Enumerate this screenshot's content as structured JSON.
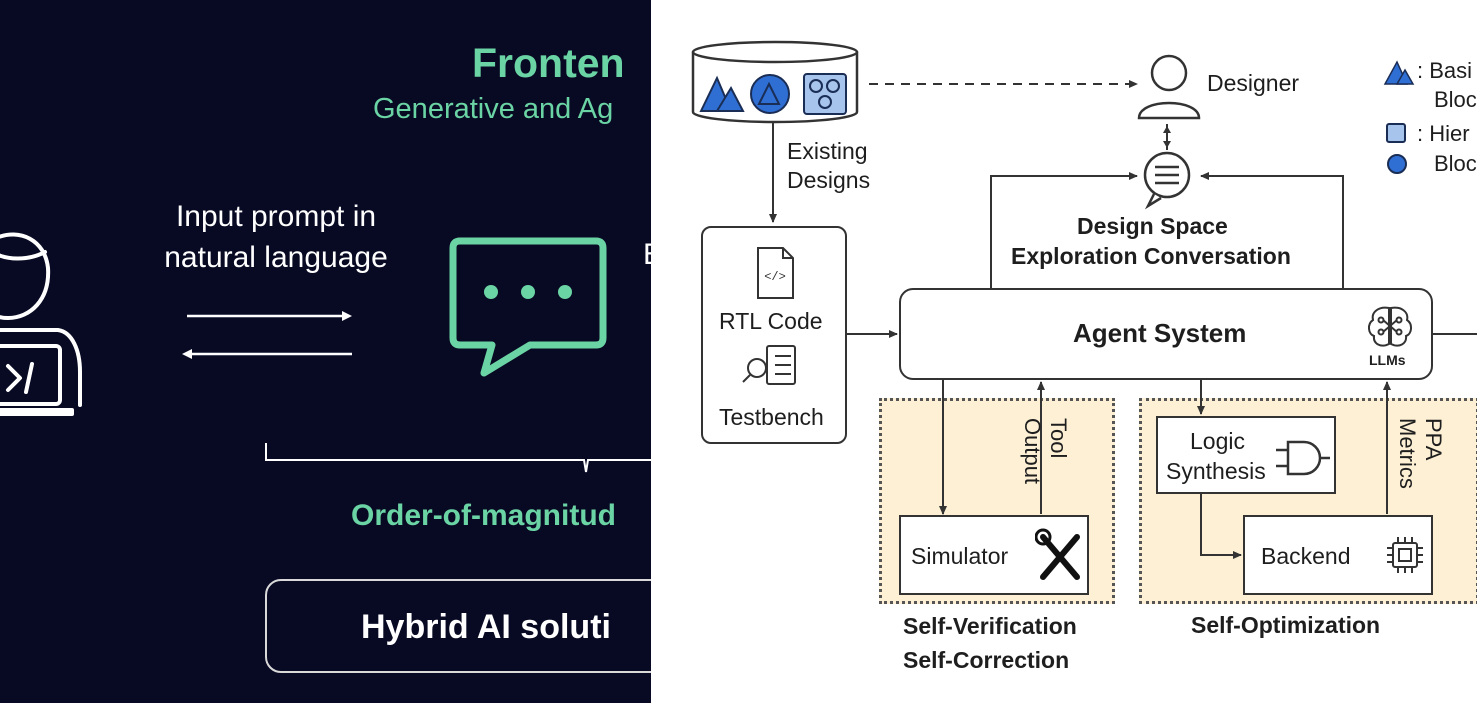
{
  "slide": {
    "title": "Fronten",
    "subtitle": "Generative and Ag",
    "prompt_label": "Input prompt in natural language",
    "cut_letter": "E",
    "order_label": "Order-of-magnitud",
    "hybrid_label": "Hybrid AI soluti",
    "accent_color": "#6bd4a4",
    "background_color": "#080a24",
    "icons": [
      "developer-laptop-icon",
      "chat-bubble-icon"
    ]
  },
  "diagram": {
    "designer_label": "Designer",
    "existing_designs_line1": "Existing",
    "existing_designs_line2": "Designs",
    "conversation_line1": "Design Space",
    "conversation_line2": "Exploration Conversation",
    "agent_system_label": "Agent System",
    "llms_label": "LLMs",
    "rtl_code_label": "RTL Code",
    "testbench_label": "Testbench",
    "tool_output_line1": "Tool",
    "tool_output_line2": "Output",
    "ppa_metrics_line1": "PPA",
    "ppa_metrics_line2": "Metrics",
    "logic_synthesis_line1": "Logic",
    "logic_synthesis_line2": "Synthesis",
    "simulator_label": "Simulator",
    "backend_label": "Backend",
    "self_verification_label": "Self-Verification",
    "self_correction_label": "Self-Correction",
    "self_optimization_label": "Self-Optimization",
    "legend_basic_line1": ": Basi",
    "legend_basic_line2": "Bloc",
    "legend_hier_line1": ": Hier",
    "legend_hier_line2": "Bloc",
    "accent_blue": "#2f6fd4",
    "peach_color": "#fdf0d5"
  }
}
